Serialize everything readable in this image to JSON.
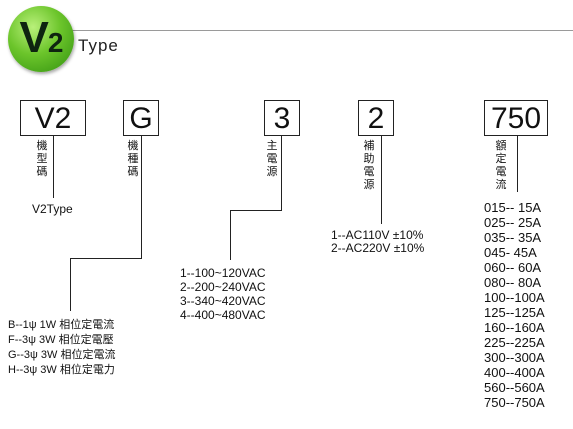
{
  "header": {
    "badge_main": "V",
    "badge_sub": "2",
    "title": "Type"
  },
  "fields": {
    "series": {
      "code": "V2",
      "label": "機型碼",
      "value": "V2Type"
    },
    "model": {
      "code": "G",
      "label": "機種碼"
    },
    "main_power": {
      "code": "3",
      "label": "主電源"
    },
    "aux_power": {
      "code": "2",
      "label": "補助電源"
    },
    "rated_current": {
      "code": "750",
      "label": "額定電流"
    }
  },
  "model_options": [
    "B--1ψ 1W 相位定電流",
    "F--3ψ 3W 相位定電壓",
    "G--3ψ 3W 相位定電流",
    "H--3ψ 3W 相位定電力"
  ],
  "main_power_options": [
    "1--100~120VAC",
    "2--200~240VAC",
    "3--340~420VAC",
    "4--400~480VAC"
  ],
  "aux_power_options": [
    "1--AC110V ±10%",
    "2--AC220V ±10%"
  ],
  "current_options": [
    "015-- 15A",
    "025-- 25A",
    "035-- 35A",
    "045- 45A",
    "060-- 60A",
    "080-- 80A",
    "100--100A",
    "125--125A",
    "160--160A",
    "225--225A",
    "300--300A",
    "400--400A",
    "560--560A",
    "750--750A"
  ]
}
